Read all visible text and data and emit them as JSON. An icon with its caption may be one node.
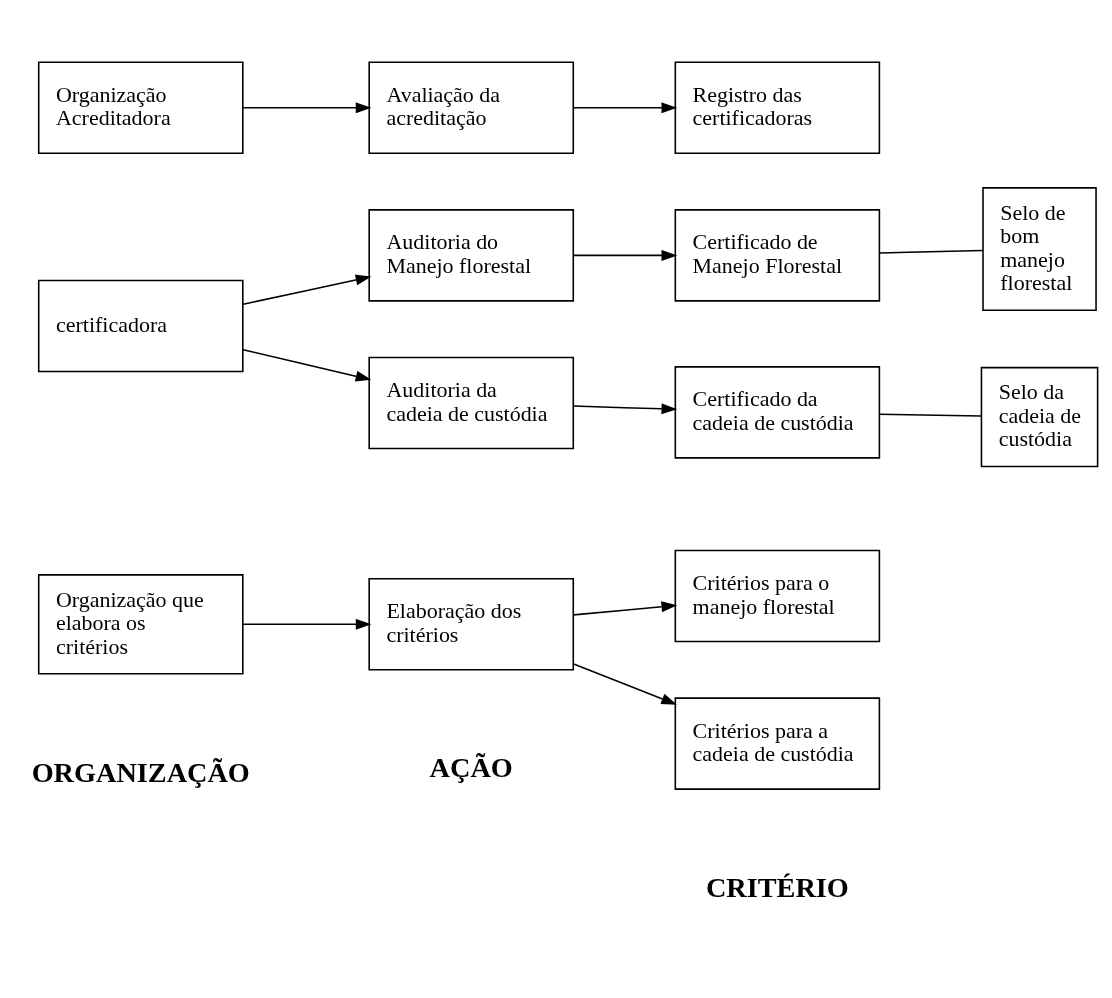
{
  "diagram": {
    "nodes": [
      {
        "text": [
          "Organização que elabora os critérios"
        ]
      },
      {
        "text": [
          "Elaboração dos critérios"
        ]
      },
      {
        "text": [
          "Critérios para o manejo florestal"
        ]
      },
      {
        "text": [
          "Critérios para a cadeia de custódia"
        ]
      },
      {
        "text": [
          "Auditoria do Manejo florestal"
        ]
      },
      {
        "text": [
          "Certificado de Manejo Florestal"
        ]
      },
      {
        "text": [
          "Selo de bom manejo florestal"
        ]
      },
      {
        "text": [
          "certificadora"
        ]
      },
      {
        "text": [
          "Auditoria da cadeia de custódia"
        ]
      },
      {
        "text": [
          "Certificado da cadeia de custódia"
        ]
      },
      {
        "text": [
          "Selo da cadeia de custódia"
        ]
      },
      {
        "text": [
          "Organização Acreditadora"
        ]
      },
      {
        "text": [
          "Avaliação da acreditação"
        ]
      },
      {
        "text": [
          "Registro das certificadoras"
        ]
      }
    ],
    "edges": [
      {
        "from": 0,
        "to": 1,
        "arrow": "to"
      },
      {
        "from": 1,
        "to": 2,
        "arrow": "to"
      },
      {
        "from": 1,
        "to": 3,
        "arrow": "to"
      },
      {
        "from": 7,
        "to": 4,
        "arrow": "to"
      },
      {
        "from": 7,
        "to": 8,
        "arrow": "to"
      },
      {
        "from": 4,
        "to": 5,
        "arrow": "to"
      },
      {
        "from": 5,
        "to": 6,
        "arrow": "none"
      },
      {
        "from": 8,
        "to": 9,
        "arrow": "to"
      },
      {
        "from": 9,
        "to": 10,
        "arrow": "none"
      },
      {
        "from": 11,
        "to": 12,
        "arrow": "to"
      },
      {
        "from": 12,
        "to": 13,
        "arrow": "to"
      }
    ],
    "labels": [
      "ORGANIZAÇÃO",
      "AÇÃO",
      "CRITÉRIO"
    ]
  }
}
